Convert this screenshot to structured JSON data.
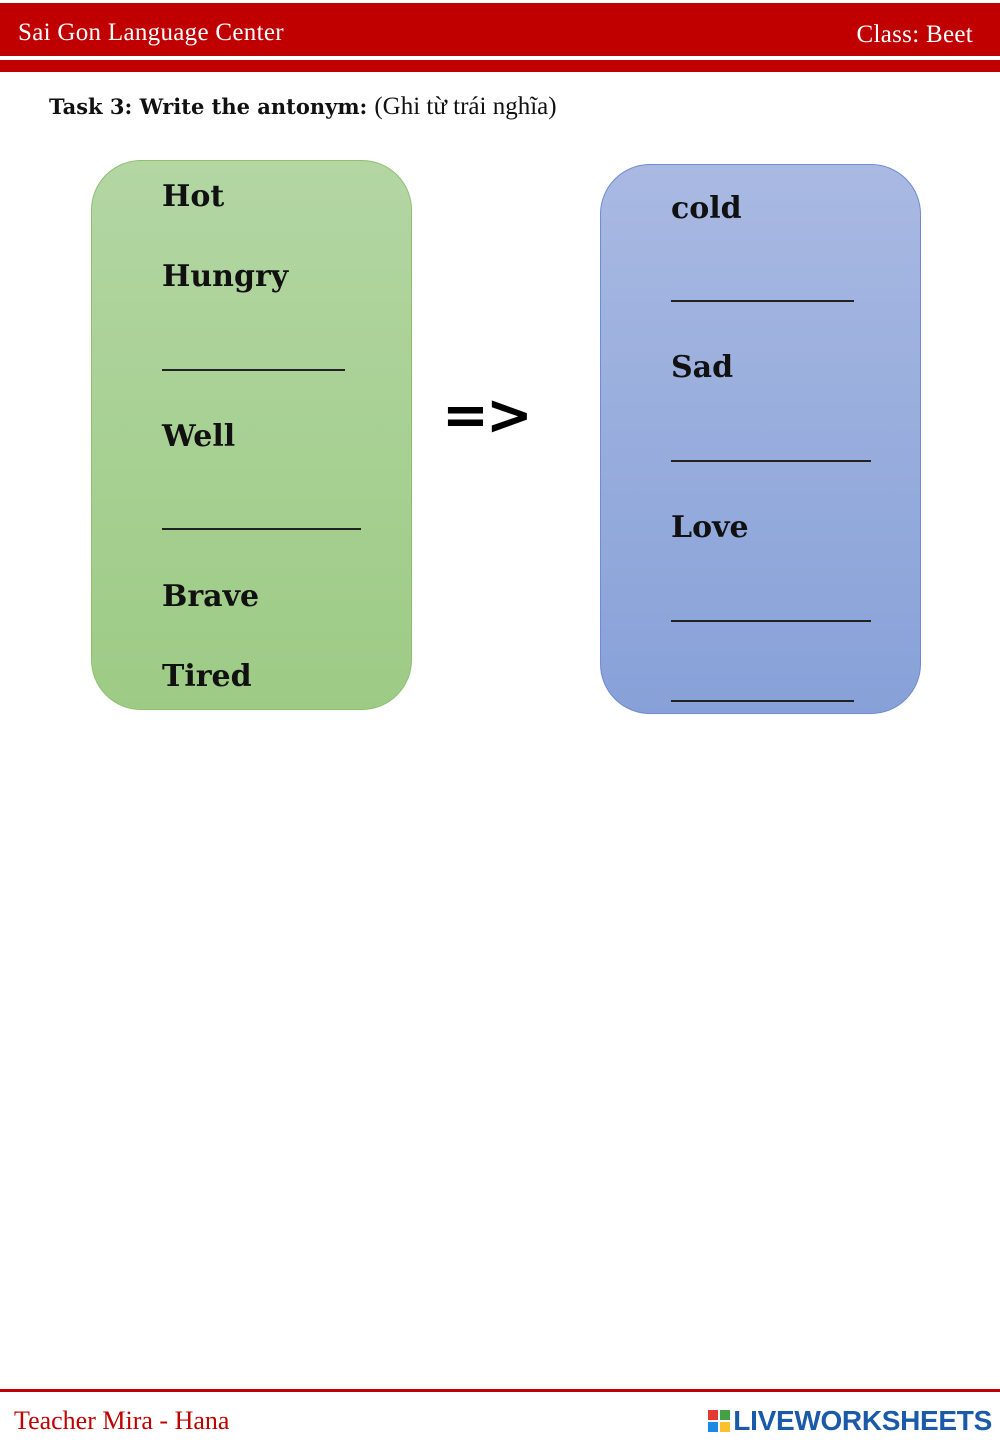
{
  "header": {
    "center_name": "Sai Gon Language Center",
    "class_label": "Class: Beet"
  },
  "task": {
    "title": "Task 3: Write the antonym:",
    "note": "(Ghi từ trái nghĩa)"
  },
  "left_box": {
    "items": [
      {
        "type": "word",
        "text": "Hot"
      },
      {
        "type": "word",
        "text": "Hungry"
      },
      {
        "type": "blank",
        "text": ""
      },
      {
        "type": "word",
        "text": "Well"
      },
      {
        "type": "blank",
        "text": ""
      },
      {
        "type": "word",
        "text": "Brave"
      },
      {
        "type": "word",
        "text": "Tired"
      }
    ]
  },
  "arrow": "=>",
  "right_box": {
    "items": [
      {
        "type": "word",
        "text": "cold"
      },
      {
        "type": "blank",
        "text": ""
      },
      {
        "type": "word",
        "text": "Sad"
      },
      {
        "type": "blank",
        "text": ""
      },
      {
        "type": "word",
        "text": "Love"
      },
      {
        "type": "blank",
        "text": ""
      },
      {
        "type": "blank",
        "text": ""
      }
    ]
  },
  "footer": {
    "teacher": "Teacher Mira - Hana",
    "brand": "LIVEWORKSHEETS",
    "brand_logo_colors": [
      "#e53935",
      "#43a047",
      "#1e88e5",
      "#fbc02d"
    ]
  },
  "colors": {
    "header_red": "#c00000",
    "green_box": "#a8d18f",
    "blue_box": "#95acdd",
    "brand_blue": "#1a5aa8"
  }
}
